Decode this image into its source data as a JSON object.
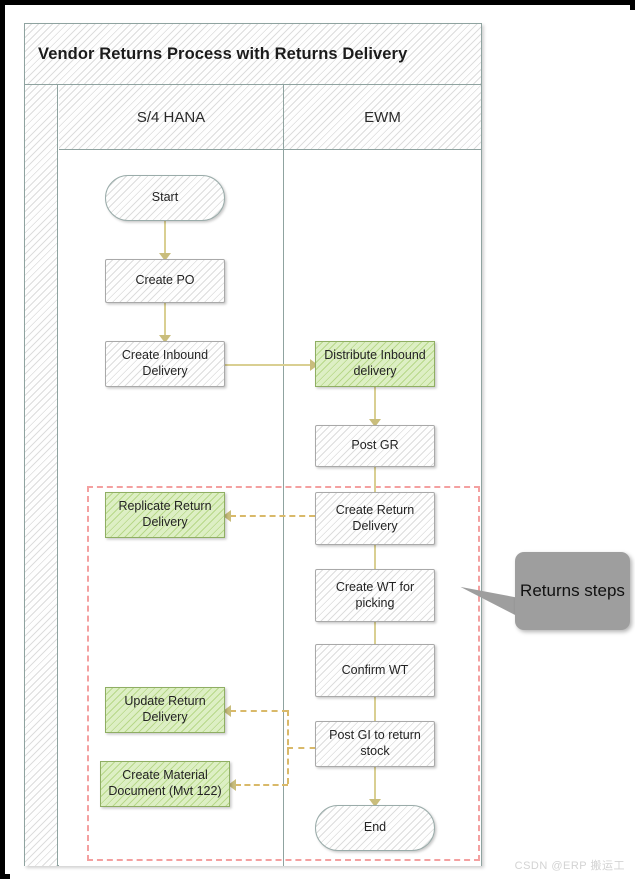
{
  "diagram": {
    "title": "Vendor Returns Process with Returns Delivery",
    "lanes": [
      {
        "id": "s4hana",
        "label": "S/4 HANA"
      },
      {
        "id": "ewm",
        "label": "EWM"
      }
    ],
    "nodes": [
      {
        "id": "start",
        "label": "Start",
        "lane": "s4hana",
        "shape": "terminator",
        "color": "grey"
      },
      {
        "id": "create-po",
        "label": "Create PO",
        "lane": "s4hana",
        "shape": "process",
        "color": "grey"
      },
      {
        "id": "create-inbound",
        "label": "Create Inbound Delivery",
        "lane": "s4hana",
        "shape": "process",
        "color": "grey"
      },
      {
        "id": "distribute-inbound",
        "label": "Distribute Inbound delivery",
        "lane": "ewm",
        "shape": "process",
        "color": "green"
      },
      {
        "id": "post-gr",
        "label": "Post GR",
        "lane": "ewm",
        "shape": "process",
        "color": "grey"
      },
      {
        "id": "replicate-return",
        "label": "Replicate Return Delivery",
        "lane": "s4hana",
        "shape": "process",
        "color": "green"
      },
      {
        "id": "create-return",
        "label": "Create Return Delivery",
        "lane": "ewm",
        "shape": "process",
        "color": "grey"
      },
      {
        "id": "create-wt",
        "label": "Create WT for picking",
        "lane": "ewm",
        "shape": "process",
        "color": "grey"
      },
      {
        "id": "confirm-wt",
        "label": "Confirm WT",
        "lane": "ewm",
        "shape": "process",
        "color": "grey"
      },
      {
        "id": "update-return",
        "label": "Update Return Delivery",
        "lane": "s4hana",
        "shape": "process",
        "color": "green"
      },
      {
        "id": "post-gi",
        "label": "Post GI to return stock",
        "lane": "ewm",
        "shape": "process",
        "color": "grey"
      },
      {
        "id": "create-material",
        "label": "Create Material Document (Mvt 122)",
        "lane": "s4hana",
        "shape": "process",
        "color": "green"
      },
      {
        "id": "end",
        "label": "End",
        "lane": "ewm",
        "shape": "terminator",
        "color": "grey"
      }
    ],
    "groups": [
      {
        "id": "returns-steps",
        "label": "Returns steps",
        "style": "dashed",
        "color": "#f4a0a0"
      }
    ],
    "callout": {
      "label": "Returns steps",
      "color": "#9e9e9e"
    },
    "colors": {
      "green_fill": "#c7e59c",
      "green_border": "#8fae63",
      "grey_border": "#a9a9a9",
      "lane_border": "#8fa3a0",
      "connector": "#d9cf92",
      "dashed_connector": "#d9b969",
      "group_dashed": "#f4a0a0",
      "callout_fill": "#9e9e9e"
    }
  },
  "watermark": {
    "text": "CSDN @ERP 搬运工"
  }
}
